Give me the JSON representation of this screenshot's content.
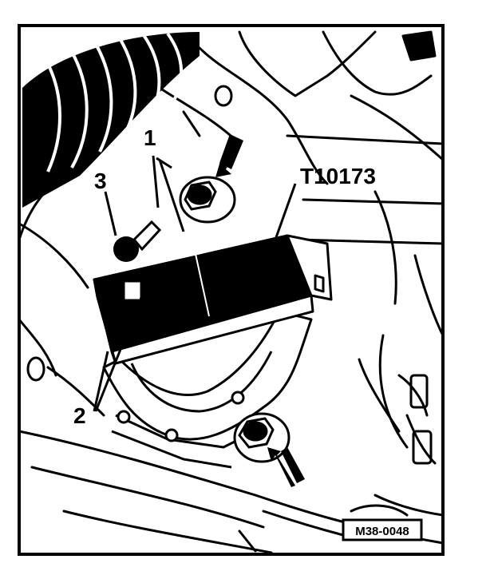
{
  "labels": {
    "callout_1": "1",
    "callout_2": "2",
    "callout_3": "3",
    "tool": "T10173"
  },
  "figure_code": "M38-0048",
  "colors": {
    "ink": "#000000",
    "paper": "#ffffff"
  }
}
